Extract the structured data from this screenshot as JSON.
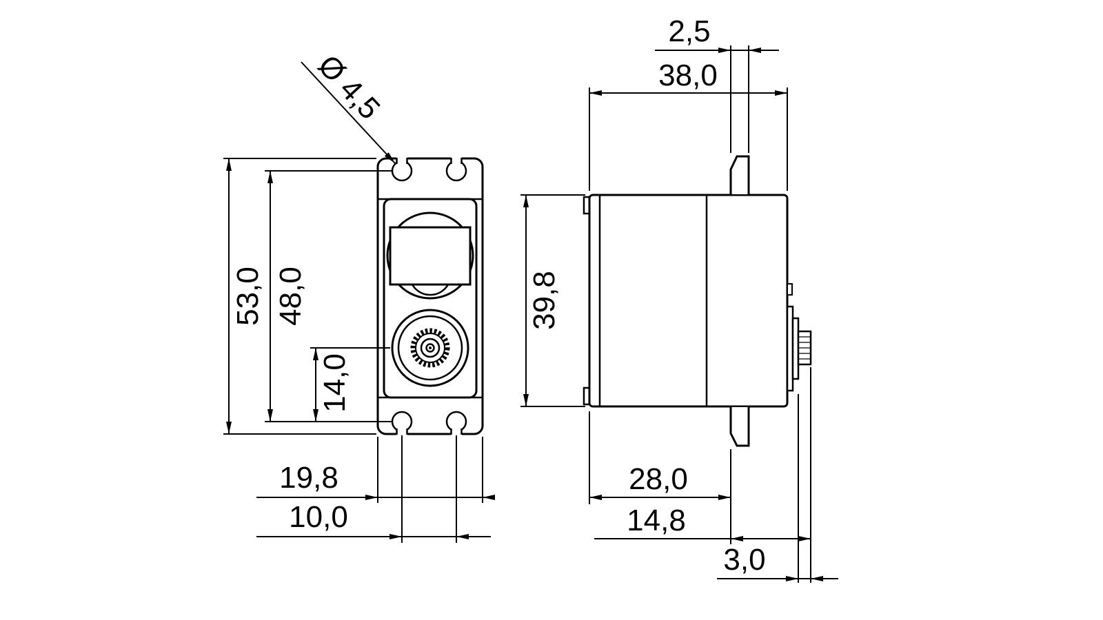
{
  "drawing": {
    "front_view": {
      "dims": {
        "mount_hole_diameter": "Ø 4,5",
        "overall_height": "53,0",
        "mount_hole_spacing_vertical": "48,0",
        "shaft_center_to_mount_holes": "14,0",
        "body_width": "19,8",
        "mount_hole_spacing_horizontal": "10,0"
      }
    },
    "side_view": {
      "dims": {
        "flange_thickness": "2,5",
        "body_length": "38,0",
        "body_height": "39,8",
        "case_to_flange": "28,0",
        "flange_to_shaft_tip": "14,8",
        "spline_length": "3,0"
      }
    }
  }
}
